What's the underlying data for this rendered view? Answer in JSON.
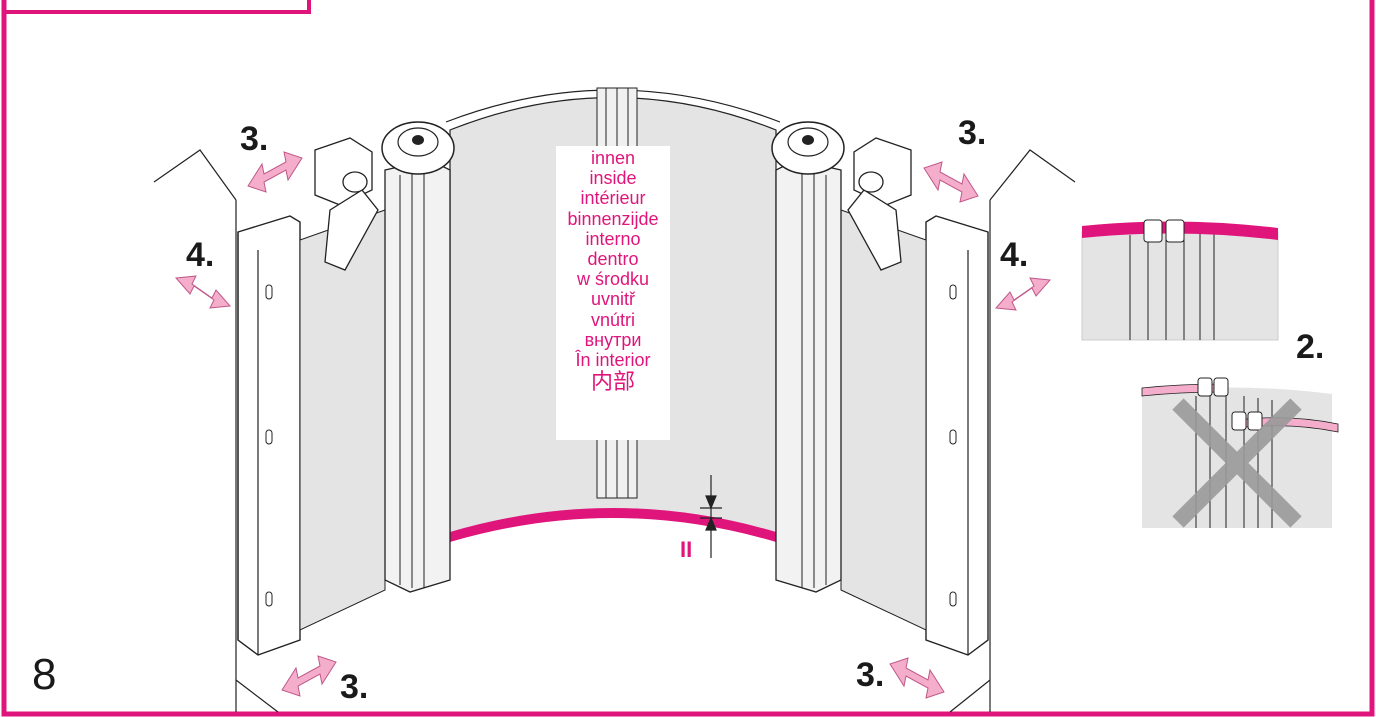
{
  "figure_number": "8",
  "inside_labels": [
    "innen",
    "inside",
    "intérieur",
    "binnenzijde",
    "interno",
    "dentro",
    "w środku",
    "uvnitř",
    "vnútri",
    "внутри",
    "În interior",
    "内部"
  ],
  "steps": {
    "top_left": "3.",
    "top_right": "3.",
    "left_mid": "4.",
    "right_mid": "4.",
    "bottom_left": "3.",
    "bottom_right": "3.",
    "detail": "2."
  },
  "gap_marker": "II",
  "colors": {
    "accent": "#e0157b",
    "arrow_fill": "#f4aecb",
    "panel": "#e4e4e4",
    "frame": "#e0157b",
    "cross": "#9a9a9a"
  }
}
